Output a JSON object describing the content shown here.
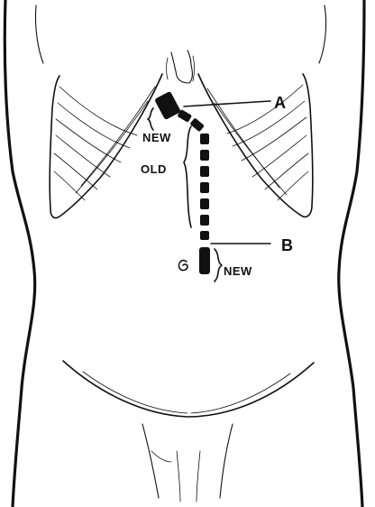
{
  "labels": {
    "a": "A",
    "b": "B",
    "new_upper": "NEW",
    "old": "OLD",
    "new_lower": "NEW"
  },
  "colors": {
    "ink": "#111111",
    "background": "#ffffff"
  }
}
